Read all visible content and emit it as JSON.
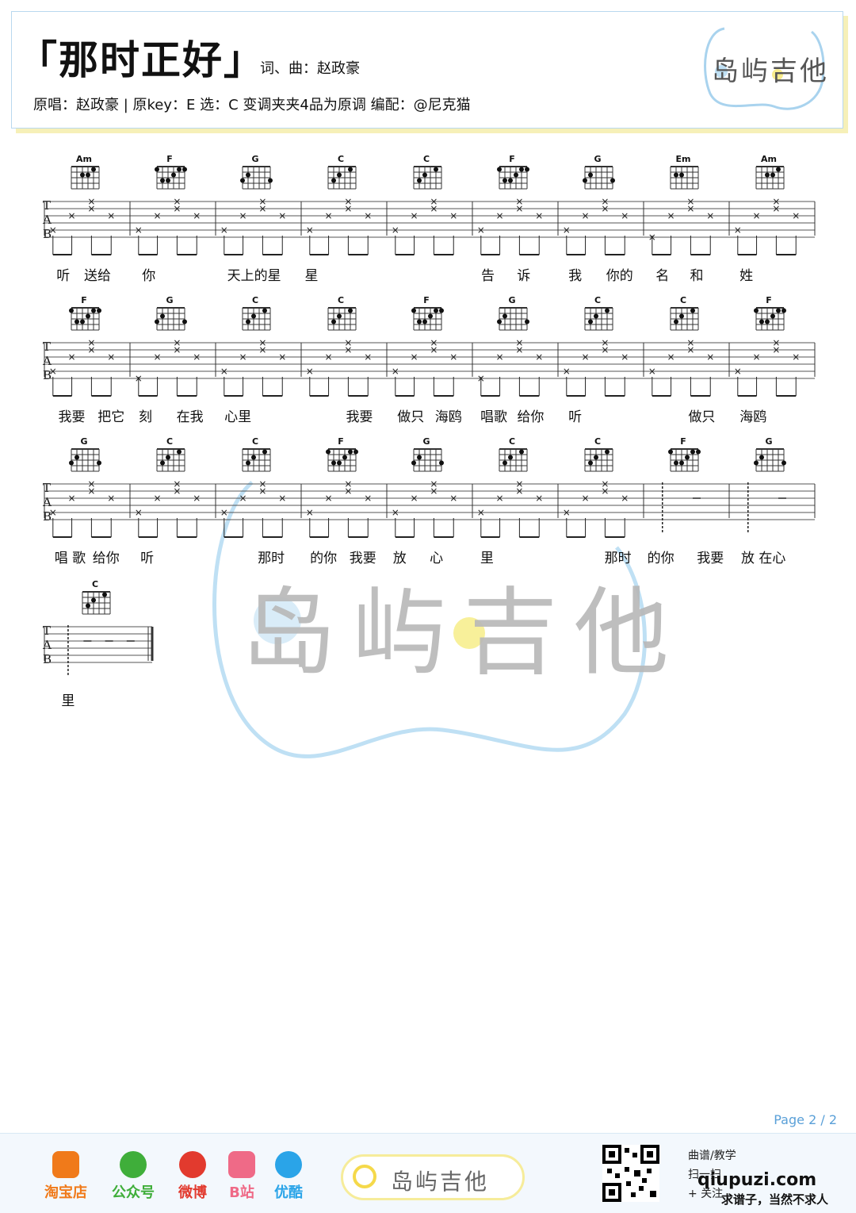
{
  "header": {
    "title": "「那时正好」",
    "lyricist": "词、曲：赵政豪",
    "info": "原唱：赵政豪 | 原key：E 选：C  变调夹夹4品为原调  编配：@尼克猫",
    "logo": "岛屿吉他"
  },
  "tab_letters": [
    "T",
    "A",
    "B"
  ],
  "rows": [
    {
      "chords": [
        "Am",
        "F",
        "G",
        "C",
        "C",
        "F",
        "G",
        "Em",
        "Am"
      ],
      "lyrics": [
        {
          "t": "听",
          "m": 0,
          "p": 0.22
        },
        {
          "t": "送给",
          "m": 0,
          "p": 0.62
        },
        {
          "t": "你",
          "m": 1,
          "p": 0.22
        },
        {
          "t": "天上的星",
          "m": 2,
          "p": 0.45
        },
        {
          "t": "星",
          "m": 3,
          "p": 0.12
        },
        {
          "t": "告",
          "m": 5,
          "p": 0.18
        },
        {
          "t": "诉",
          "m": 5,
          "p": 0.6
        },
        {
          "t": "我",
          "m": 6,
          "p": 0.2
        },
        {
          "t": "你的",
          "m": 6,
          "p": 0.72
        },
        {
          "t": "名",
          "m": 7,
          "p": 0.22
        },
        {
          "t": "和",
          "m": 7,
          "p": 0.62
        },
        {
          "t": "姓",
          "m": 8,
          "p": 0.2
        }
      ]
    },
    {
      "chords": [
        "F",
        "G",
        "C",
        "C",
        "F",
        "G",
        "C",
        "C",
        "F"
      ],
      "lyrics": [
        {
          "t": "我要",
          "m": 0,
          "p": 0.32
        },
        {
          "t": "把它",
          "m": 0,
          "p": 0.78
        },
        {
          "t": "刻",
          "m": 1,
          "p": 0.18
        },
        {
          "t": "在我",
          "m": 1,
          "p": 0.7
        },
        {
          "t": "心里",
          "m": 2,
          "p": 0.26
        },
        {
          "t": "我要",
          "m": 3,
          "p": 0.68
        },
        {
          "t": "做只",
          "m": 4,
          "p": 0.28
        },
        {
          "t": "海鸥",
          "m": 4,
          "p": 0.72
        },
        {
          "t": "唱歌",
          "m": 5,
          "p": 0.25
        },
        {
          "t": "给你",
          "m": 5,
          "p": 0.68
        },
        {
          "t": "听",
          "m": 6,
          "p": 0.2
        },
        {
          "t": "做只",
          "m": 7,
          "p": 0.68
        },
        {
          "t": "海鸥",
          "m": 8,
          "p": 0.28
        }
      ]
    },
    {
      "chords": [
        "G",
        "C",
        "C",
        "F",
        "G",
        "C",
        "C",
        "F",
        "G"
      ],
      "lyrics": [
        {
          "t": "唱 歌",
          "m": 0,
          "p": 0.3
        },
        {
          "t": "给你",
          "m": 0,
          "p": 0.72
        },
        {
          "t": "听",
          "m": 1,
          "p": 0.2
        },
        {
          "t": "那时",
          "m": 2,
          "p": 0.65
        },
        {
          "t": "的你",
          "m": 3,
          "p": 0.26
        },
        {
          "t": "我要",
          "m": 3,
          "p": 0.72
        },
        {
          "t": "放",
          "m": 4,
          "p": 0.15
        },
        {
          "t": "心",
          "m": 4,
          "p": 0.58
        },
        {
          "t": "里",
          "m": 5,
          "p": 0.17
        },
        {
          "t": "那时",
          "m": 6,
          "p": 0.7
        },
        {
          "t": "的你",
          "m": 7,
          "p": 0.2
        },
        {
          "t": "我要",
          "m": 7,
          "p": 0.78
        },
        {
          "t": "放 在心",
          "m": 8,
          "p": 0.4
        }
      ]
    },
    {
      "chords": [
        "C"
      ],
      "lyrics": [
        {
          "t": "里",
          "m": 0,
          "p": 0.22
        }
      ]
    }
  ],
  "watermark": "岛屿吉他",
  "page_label": "Page 2 / 2",
  "footer": {
    "items": [
      "淘宝店",
      "公众号",
      "微博",
      "B站",
      "优酷"
    ],
    "item_colors": [
      "#f07a1a",
      "#3fae3a",
      "#e23a2e",
      "#ef6a87",
      "#2aa4e8"
    ],
    "search_text": "岛屿吉他",
    "qr_caption_1": "曲谱/教学",
    "qr_caption_2": "扫一扫",
    "qr_caption_3": "+ 关注",
    "site": "qiupuzi.com",
    "slogan": "求谱子，当然不求人"
  }
}
